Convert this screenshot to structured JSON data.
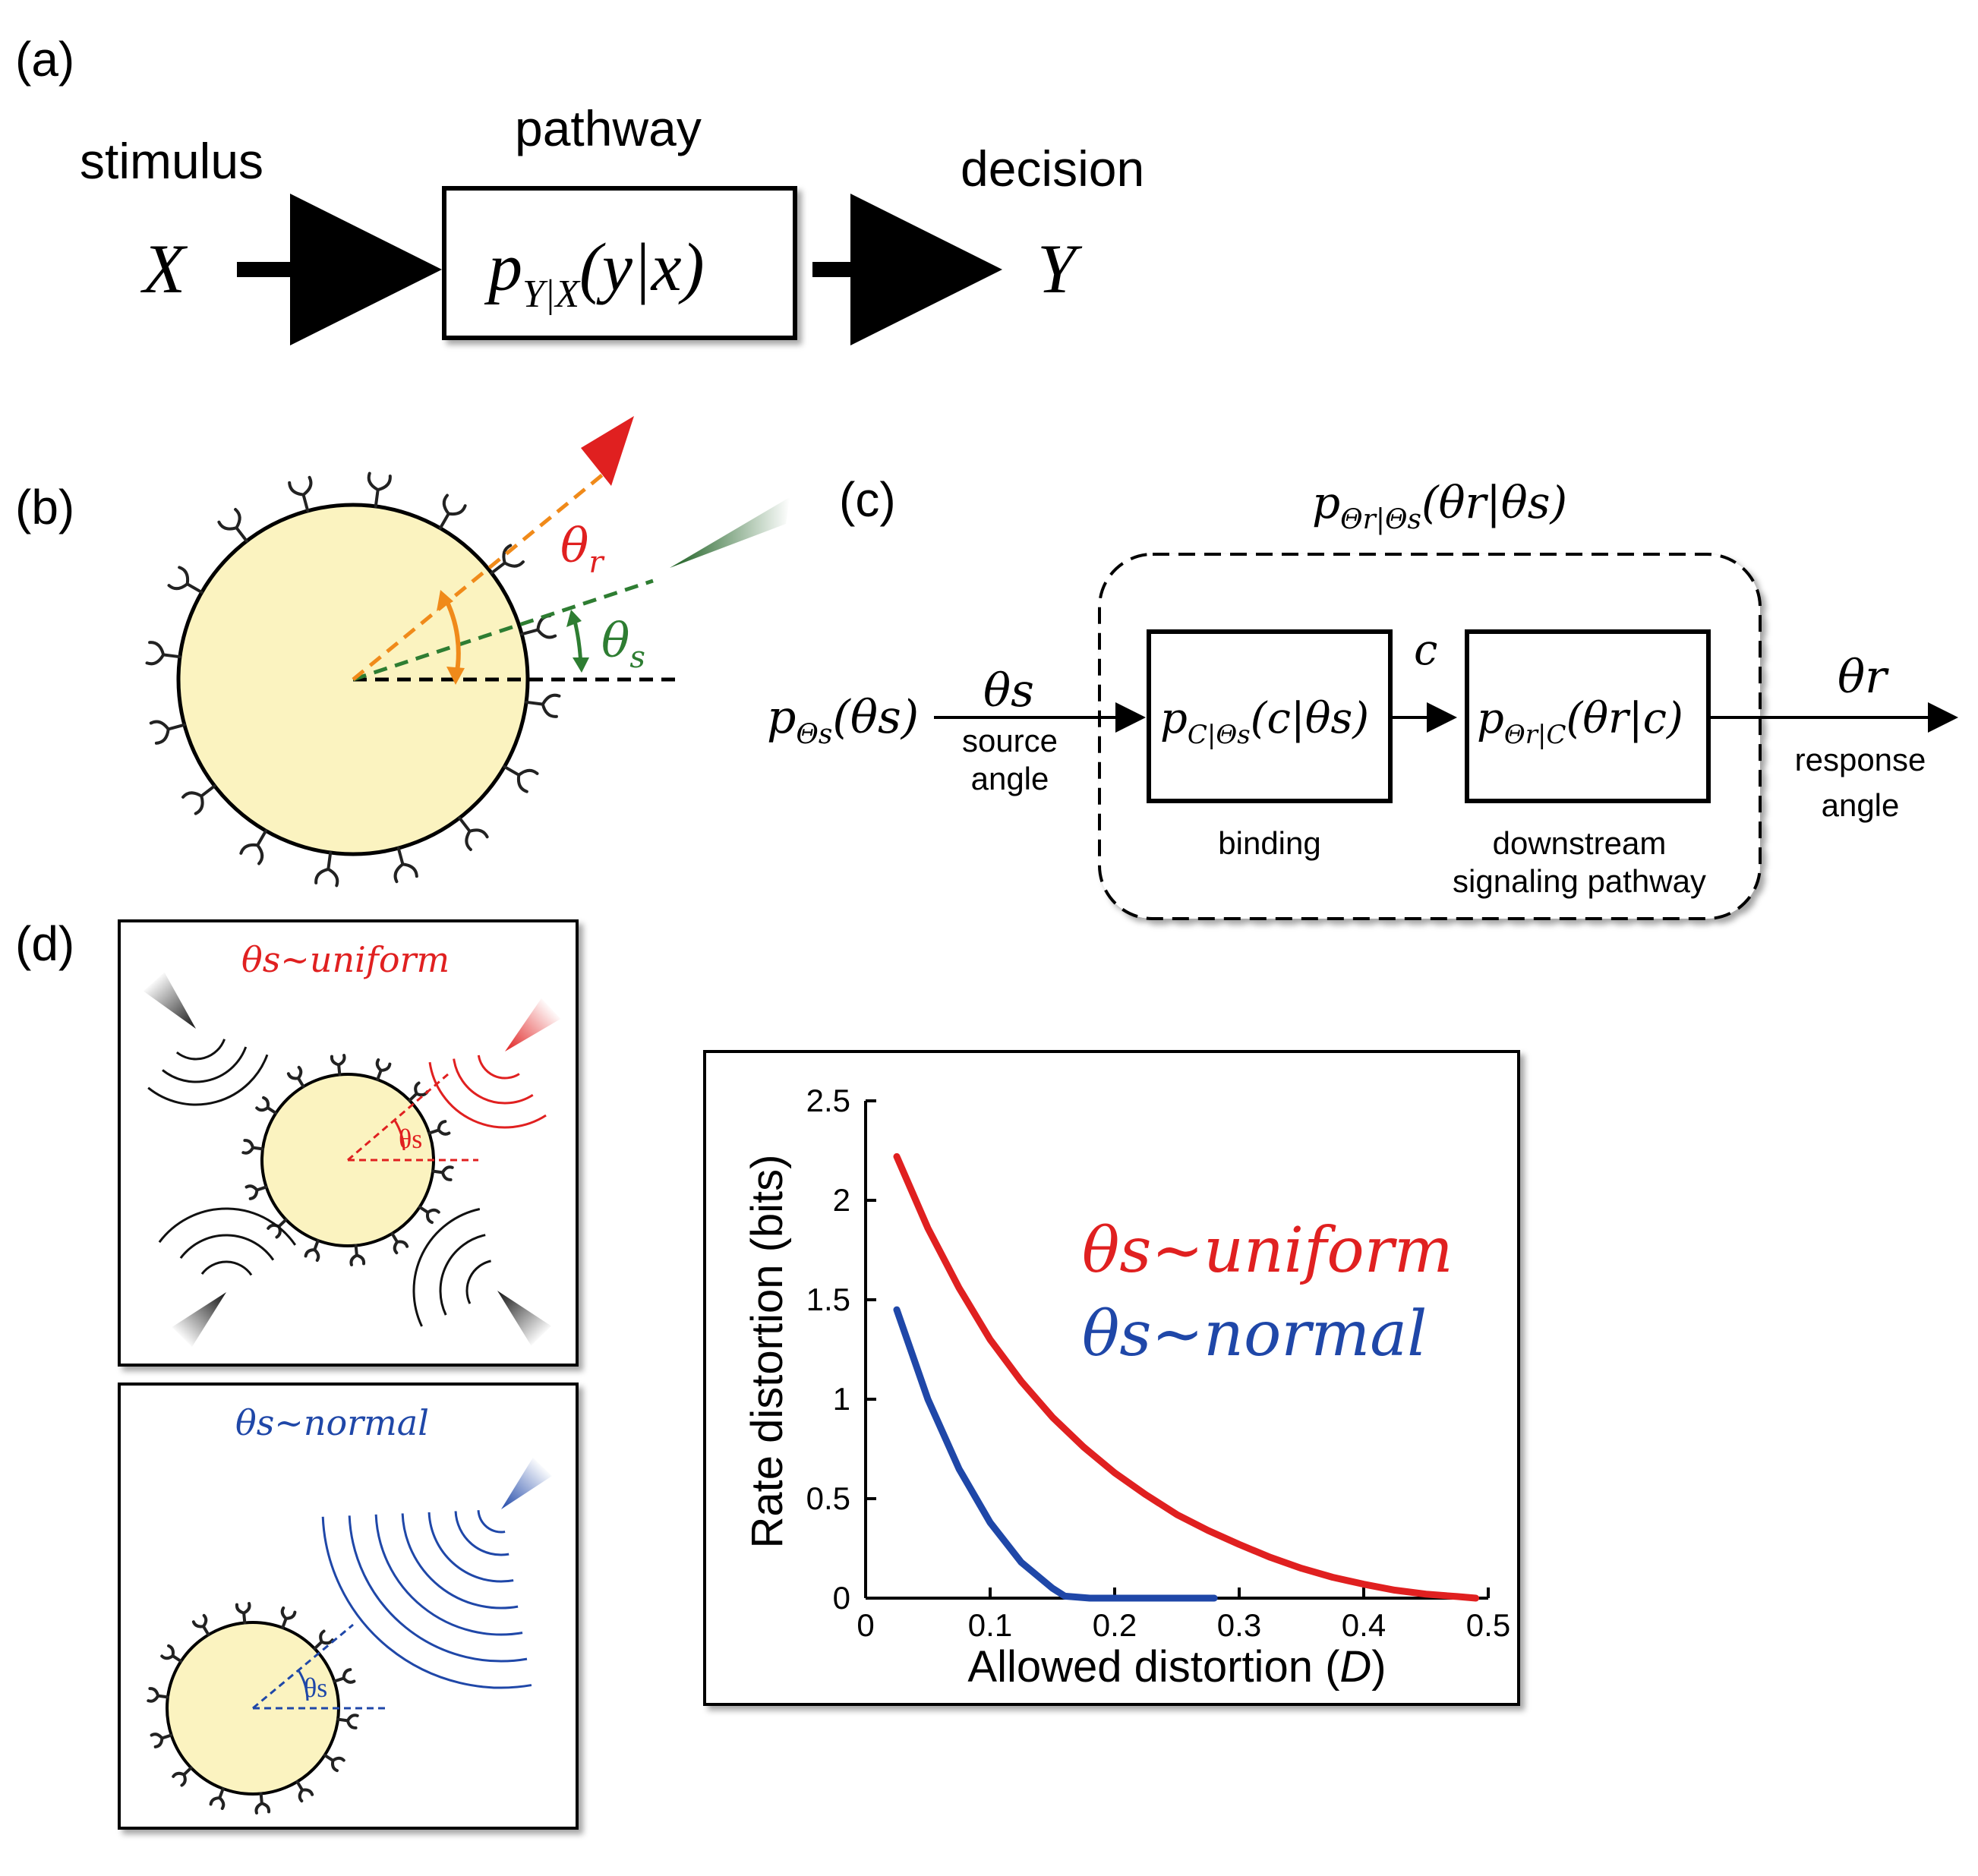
{
  "panel_a": {
    "label": "(a)",
    "stimulus": "stimulus",
    "pathway": "pathway",
    "decision": "decision",
    "x_var": "X",
    "y_var": "Y",
    "box_p": "p",
    "box_sub": "Y|X",
    "box_args": "(y|x)"
  },
  "panel_b": {
    "label": "(b)",
    "theta_r": "θ",
    "theta_r_sub": "r",
    "theta_s": "θ",
    "theta_s_sub": "s"
  },
  "panel_c": {
    "label": "(c)",
    "outer_p": "p",
    "outer_sub": "Θr|Θs",
    "outer_args": "(θr|θs)",
    "input_p": "p",
    "input_sub": "Θs",
    "input_args": "(θs)",
    "theta_s": "θs",
    "source_line1": "source",
    "source_line2": "angle",
    "box1_p": "p",
    "box1_sub": "C|Θs",
    "box1_args": "(c|θs)",
    "c_label": "c",
    "box2_p": "p",
    "box2_sub": "Θr|C",
    "box2_args": "(θr|c)",
    "theta_r": "θr",
    "response_line1": "response",
    "response_line2": "angle",
    "binding": "binding",
    "downstream_line1": "downstream",
    "downstream_line2": "signaling pathway"
  },
  "panel_d": {
    "label": "(d)",
    "uniform_label": "θs~uniform",
    "normal_label": "θs~normal",
    "theta_small": "θs"
  },
  "chart_data": {
    "type": "line",
    "xlabel": "Allowed distortion (D)",
    "ylabel": "Rate distortion (bits)",
    "xlim": [
      0,
      0.5
    ],
    "ylim": [
      0,
      2.5
    ],
    "xticks": [
      "0",
      "0.1",
      "0.2",
      "0.3",
      "0.4",
      "0.5"
    ],
    "yticks": [
      "0",
      "0.5",
      "1",
      "1.5",
      "2",
      "2.5"
    ],
    "legend_position": "center-right",
    "series": [
      {
        "name": "θs~uniform",
        "color": "#e02020",
        "x": [
          0.025,
          0.05,
          0.075,
          0.1,
          0.125,
          0.15,
          0.175,
          0.2,
          0.225,
          0.25,
          0.275,
          0.3,
          0.325,
          0.35,
          0.375,
          0.4,
          0.425,
          0.45,
          0.475,
          0.49
        ],
        "y": [
          2.22,
          1.86,
          1.56,
          1.3,
          1.09,
          0.91,
          0.76,
          0.63,
          0.52,
          0.42,
          0.34,
          0.27,
          0.205,
          0.15,
          0.105,
          0.07,
          0.04,
          0.02,
          0.008,
          0.0
        ]
      },
      {
        "name": "θs~normal",
        "color": "#1f47a8",
        "x": [
          0.025,
          0.05,
          0.075,
          0.1,
          0.125,
          0.15,
          0.16,
          0.18,
          0.2,
          0.22,
          0.24,
          0.26,
          0.28
        ],
        "y": [
          1.45,
          1.0,
          0.65,
          0.38,
          0.18,
          0.05,
          0.01,
          0.0,
          0.0,
          0.0,
          0.0,
          0.0,
          0.0
        ]
      }
    ]
  },
  "colors": {
    "cell_fill": "#fbf3c0",
    "red": "#e02020",
    "orange": "#f08a1a",
    "green": "#2e7d32",
    "blue": "#1f47a8"
  }
}
